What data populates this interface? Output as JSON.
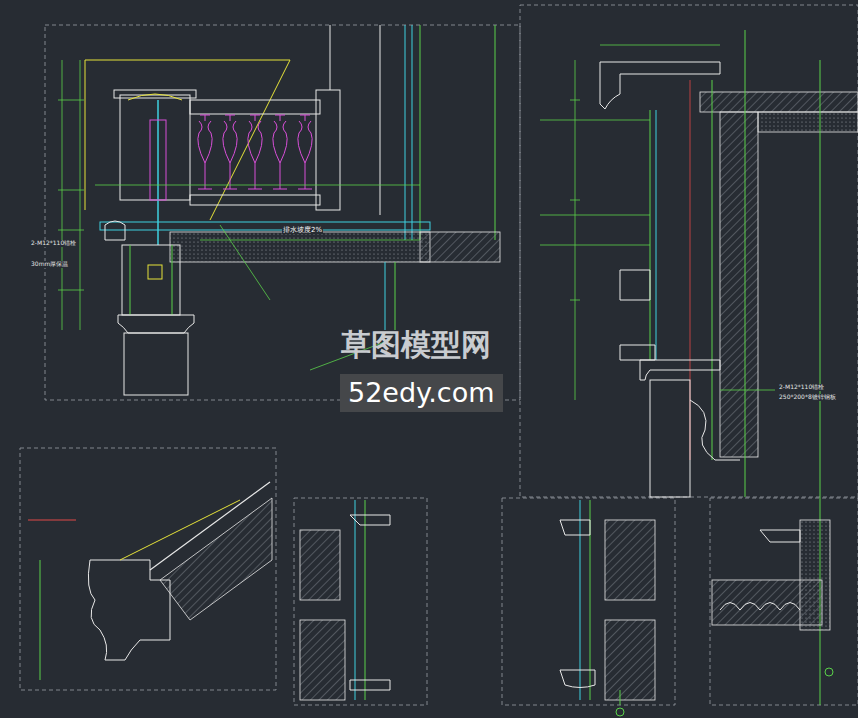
{
  "diagram": {
    "nodes": [
      {
        "text": [
          "52edy.com"
        ]
      }
    ],
    "labels": [
      "草图模型网",
      "排水坡度2%",
      "2-M12*110锚栓",
      "30mm厚保温",
      "2-M12*110锚栓",
      "250*200*8镀锌钢板"
    ]
  }
}
